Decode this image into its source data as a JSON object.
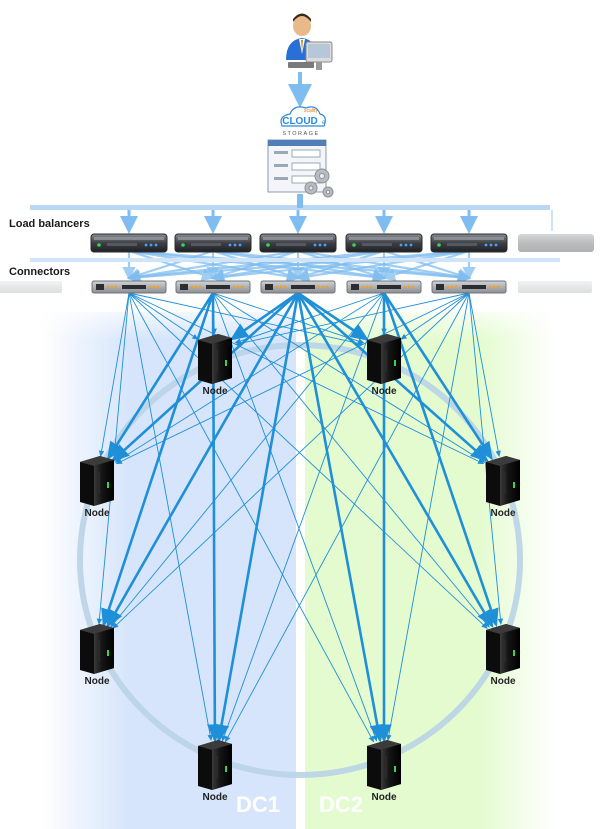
{
  "header": {
    "brand_small": "scality",
    "brand_main": "CLOUD",
    "brand_suffix": "e",
    "brand_sub": "STORAGE"
  },
  "rows": {
    "load_balancers_label": "Load balancers",
    "connectors_label": "Connectors"
  },
  "node_label": "Node",
  "datacenters": [
    {
      "name": "DC1",
      "color": "#d6e5fb"
    },
    {
      "name": "DC2",
      "color": "#e4fbd0"
    }
  ],
  "colors": {
    "arrow": "#1f8fd8",
    "arrow_light": "#7fbdf0",
    "ring": "#b9d3e6",
    "server_dark": "#111111",
    "led_green": "#39d353",
    "led_orange": "#f0a020"
  },
  "icons": {
    "user": "user-at-desk-icon",
    "app_window": "cloud-storage-app-icon",
    "gears": "gears-icon",
    "load_balancer": "rack-server-icon",
    "connector": "network-switch-icon",
    "node": "tower-server-icon"
  }
}
